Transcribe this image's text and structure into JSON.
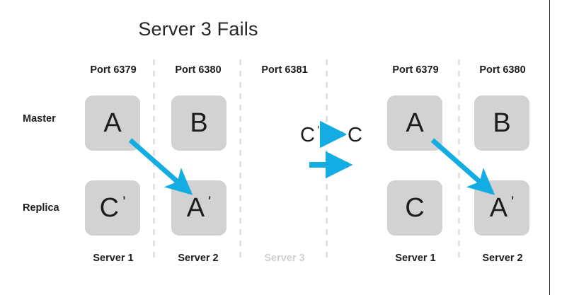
{
  "title": "Server 3 Fails",
  "colors": {
    "arrow": "#13ADE4",
    "node_fill": "#d2d2d2",
    "text": "#1d1d1d",
    "dim_text": "#d0d0d0",
    "separator": "#e2e2e2",
    "edge_rule": "#262626",
    "background": "#ffffff"
  },
  "row_labels": [
    {
      "name": "master",
      "label": "Master"
    },
    {
      "name": "replica",
      "label": "Replica"
    }
  ],
  "left_group": {
    "columns": [
      {
        "port": "Port 6379",
        "server": "Server 1",
        "failed": false,
        "master": "A",
        "master_prime": false,
        "replica": "C",
        "replica_prime": true
      },
      {
        "port": "Port 6380",
        "server": "Server 2",
        "failed": false,
        "master": "B",
        "master_prime": false,
        "replica": "A",
        "replica_prime": true
      },
      {
        "port": "Port 6381",
        "server": "Server 3",
        "failed": true,
        "master": "",
        "master_prime": false,
        "replica": "",
        "replica_prime": false
      }
    ]
  },
  "right_group": {
    "columns": [
      {
        "port": "Port 6379",
        "server": "Server 1",
        "failed": false,
        "master": "A",
        "master_prime": false,
        "replica": "C",
        "replica_prime": false
      },
      {
        "port": "Port 6380",
        "server": "Server 2",
        "failed": false,
        "master": "B",
        "master_prime": false,
        "replica": "A",
        "replica_prime": true
      }
    ]
  },
  "legend": {
    "from_label": "C",
    "from_prime": true,
    "to_label": "C",
    "to_prime": false
  }
}
